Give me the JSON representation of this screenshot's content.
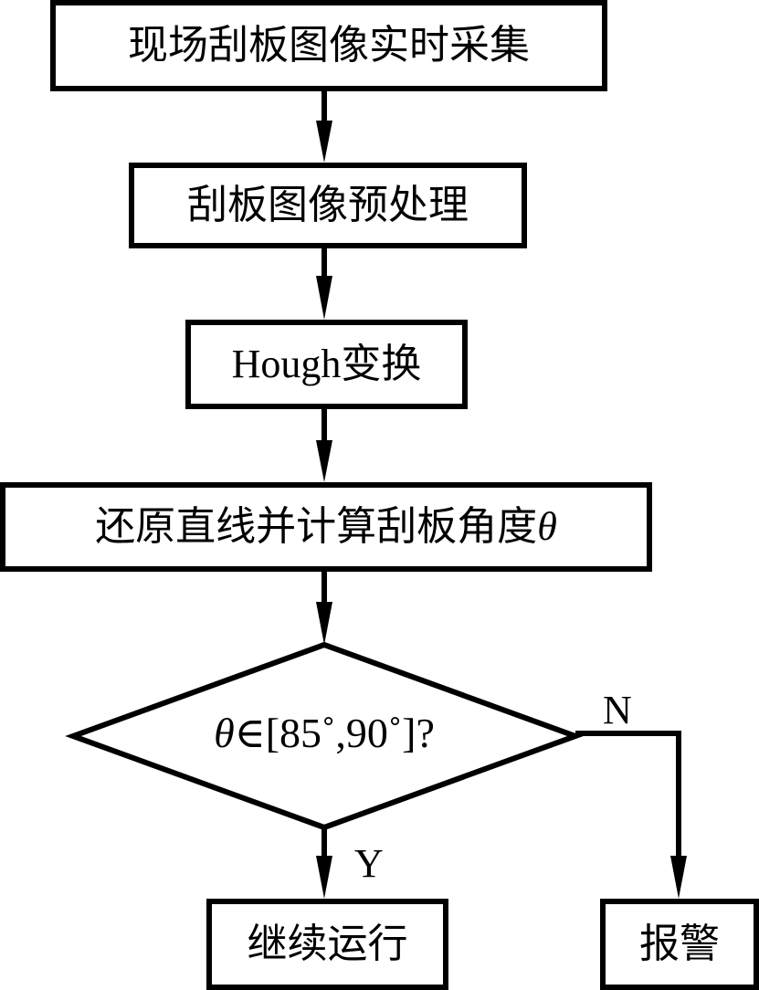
{
  "diagram": {
    "type": "flowchart",
    "steps": [
      {
        "id": "capture",
        "label": "现场刮板图像实时采集"
      },
      {
        "id": "preprocess",
        "label": "刮板图像预处理"
      },
      {
        "id": "hough",
        "label": "Hough变换"
      },
      {
        "id": "compute",
        "label": "还原直线并计算刮板角度",
        "symbol": "θ"
      }
    ],
    "decision": {
      "symbol": "θ",
      "condition": "∈[85˚,90˚]?",
      "yes_label": "Y",
      "no_label": "N"
    },
    "outcomes": {
      "yes": "继续运行",
      "no": "报警"
    },
    "colors": {
      "stroke": "#000000",
      "background": "#ffffff"
    }
  }
}
